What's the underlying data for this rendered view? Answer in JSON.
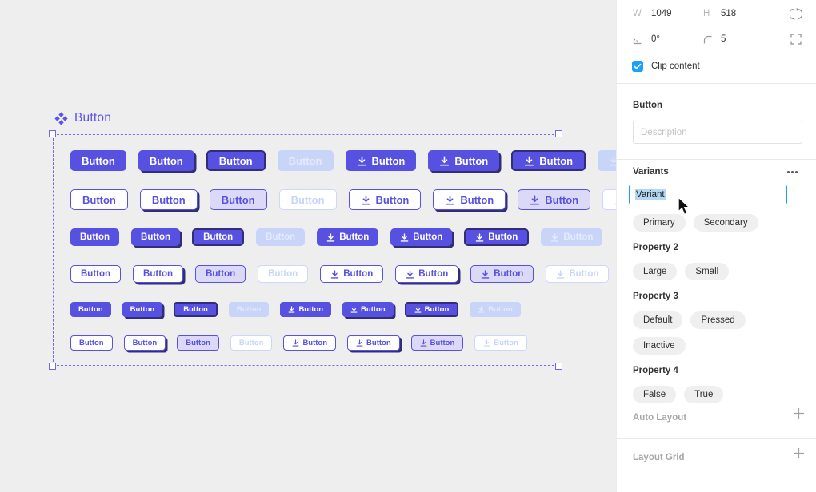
{
  "colors": {
    "accent_purple": "#5751e1",
    "pressed_dark": "#322d77",
    "inactive_bg": "#c9d4f9",
    "selection_dash": "#7069e6",
    "figma_blue": "#18a0fb",
    "text_selection": "#b3d7f5",
    "canvas_bg": "#eeeeee"
  },
  "canvas": {
    "component_title": "Button",
    "button_label": "Button",
    "grid": {
      "rows": [
        {
          "variant": "primary",
          "size": "large"
        },
        {
          "variant": "secondary",
          "size": "large"
        },
        {
          "variant": "primary",
          "size": "small"
        },
        {
          "variant": "secondary",
          "size": "small"
        },
        {
          "variant": "primary",
          "size": "xsmall"
        },
        {
          "variant": "secondary",
          "size": "xsmall"
        }
      ],
      "states": [
        "default",
        "pressed",
        "pressed2",
        "inactive"
      ],
      "icon_variants": [
        false,
        true
      ],
      "icon_name": "download-icon"
    }
  },
  "panel": {
    "dimensions": {
      "w_label": "W",
      "w_value": "1049",
      "h_label": "H",
      "h_value": "518",
      "rotation_value": "0°",
      "radius_value": "5"
    },
    "clip_content": {
      "label": "Clip content",
      "checked": true
    },
    "component": {
      "title": "Button",
      "description_placeholder": "Description"
    },
    "variants": {
      "title": "Variants",
      "variant_input_value": "Variant",
      "groups": [
        {
          "label": "",
          "chips": [
            "Primary",
            "Secondary"
          ]
        },
        {
          "label": "Property 2",
          "chips": [
            "Large",
            "Small"
          ]
        },
        {
          "label": "Property 3",
          "chips": [
            "Default",
            "Pressed",
            "Inactive"
          ]
        },
        {
          "label": "Property 4",
          "chips": [
            "False",
            "True"
          ]
        }
      ]
    },
    "collapsed_sections": [
      {
        "label": "Auto Layout"
      },
      {
        "label": "Layout Grid"
      }
    ]
  }
}
